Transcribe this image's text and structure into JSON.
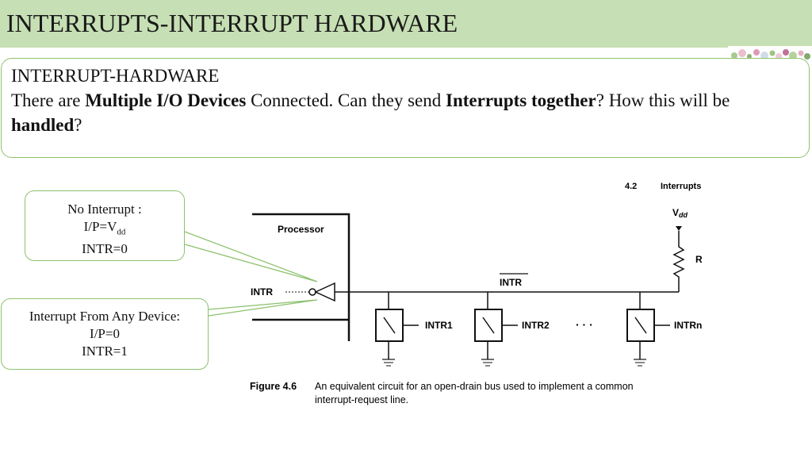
{
  "slide": {
    "title": "INTERRUPTS-INTERRUPT HARDWARE"
  },
  "main_callout": {
    "heading": "INTERRUPT-HARDWARE",
    "text_1": "There are ",
    "bold_1": "Multiple I/O Devices",
    "text_2": " Connected. Can they send ",
    "bold_2": "Interrupts together",
    "text_3": "?  How this will be ",
    "bold_3": "handled",
    "text_4": "?"
  },
  "callout_no_interrupt": {
    "line_1": "No Interrupt :",
    "ip_prefix": "I/P=V",
    "ip_sub": "dd",
    "line_3": "INTR=0"
  },
  "callout_interrupt": {
    "line_1": "Interrupt From Any Device:",
    "line_2": "I/P=0",
    "line_3": "INTR=1"
  },
  "figure": {
    "section_num": "4.2",
    "section_title": "Interrupts",
    "processor_label": "Processor",
    "intr_label": "INTR",
    "intr_bar_label": "INTR",
    "vdd_main": "V",
    "vdd_sub": "dd",
    "resistor_label": "R",
    "device_labels": [
      "INTR1",
      "INTR2",
      "INTRn"
    ],
    "ellipsis": "· · ·",
    "caption_label": "Figure 4.6",
    "caption_line_1": "An equivalent circuit for an open-drain bus used to implement a common",
    "caption_line_2": "interrupt-request line."
  },
  "colors": {
    "title_band": "#c6dfb4",
    "callout_border": "#8dc26f"
  }
}
